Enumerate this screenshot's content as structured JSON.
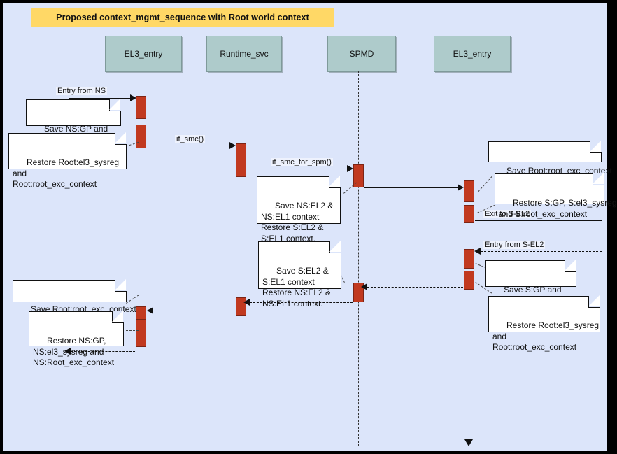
{
  "diagram": {
    "title": "Proposed context_mgmt_sequence with Root world context",
    "background_color": "#dce5fa",
    "title_color": "#ffd866",
    "activation_color": "#c1391f",
    "lifeline_head_color": "#aecbcb"
  },
  "lifelines": [
    {
      "id": "ll1",
      "label": "EL3_entry"
    },
    {
      "id": "ll2",
      "label": "Runtime_svc"
    },
    {
      "id": "ll3",
      "label": "SPMD"
    },
    {
      "id": "ll4",
      "label": "EL3_entry"
    }
  ],
  "messages": [
    {
      "id": "m1",
      "label": "Entry from NS"
    },
    {
      "id": "m2",
      "label": "if_smc()"
    },
    {
      "id": "m3",
      "label": "if_smc_for_spm()"
    },
    {
      "id": "m4",
      "label": "Exit to S-EL2"
    },
    {
      "id": "m5",
      "label": "Entry from S-EL2"
    }
  ],
  "notes": [
    {
      "id": "n1",
      "text": "Save NS:GP and\nNS:Root_exc_context"
    },
    {
      "id": "n2",
      "text": "Restore Root:el3_sysreg\nand\nRoot:root_exc_context"
    },
    {
      "id": "n3",
      "text": "Save NS:EL2 &\nNS:EL1 context\nRestore S:EL2 &\nS:EL1 context."
    },
    {
      "id": "n4",
      "text": "Save Root:root_exc_context"
    },
    {
      "id": "n5",
      "text": "Restore S:GP, S:el3_sysreg\nand S:root_exc_context"
    },
    {
      "id": "n6",
      "text": "Save S:GP and\nS:root_exc_context"
    },
    {
      "id": "n7",
      "text": "Restore Root:el3_sysreg\nand\nRoot:root_exc_context"
    },
    {
      "id": "n8",
      "text": "Save S:EL2 &\nS:EL1 context\nRestore NS:EL2 &\nNS:EL1 context."
    },
    {
      "id": "n9",
      "text": "Save Root:root_exc_context"
    },
    {
      "id": "n10",
      "text": "Restore NS:GP,\nNS:el3_sysreg and\nNS:Root_exc_context"
    }
  ]
}
